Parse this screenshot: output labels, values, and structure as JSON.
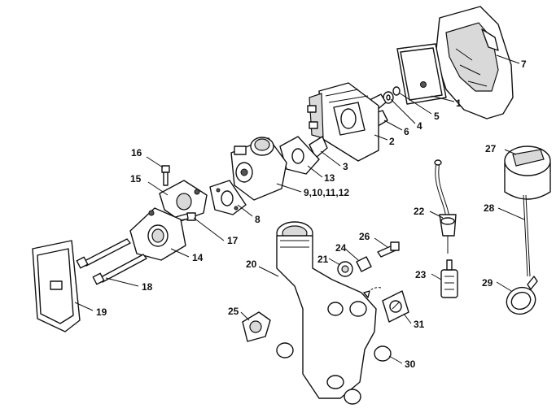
{
  "callouts": [
    {
      "id": "c1",
      "label": "1"
    },
    {
      "id": "c2",
      "label": "2"
    },
    {
      "id": "c3",
      "label": "3"
    },
    {
      "id": "c4",
      "label": "4"
    },
    {
      "id": "c5",
      "label": "5"
    },
    {
      "id": "c6",
      "label": "6"
    },
    {
      "id": "c7",
      "label": "7"
    },
    {
      "id": "c8",
      "label": "8"
    },
    {
      "id": "c9",
      "label": "9,10,11,12"
    },
    {
      "id": "c13",
      "label": "13"
    },
    {
      "id": "c14",
      "label": "14"
    },
    {
      "id": "c15",
      "label": "15"
    },
    {
      "id": "c16",
      "label": "16"
    },
    {
      "id": "c17",
      "label": "17"
    },
    {
      "id": "c18",
      "label": "18"
    },
    {
      "id": "c19",
      "label": "19"
    },
    {
      "id": "c20",
      "label": "20"
    },
    {
      "id": "c21",
      "label": "21"
    },
    {
      "id": "c22",
      "label": "22"
    },
    {
      "id": "c23",
      "label": "23"
    },
    {
      "id": "c24",
      "label": "24"
    },
    {
      "id": "c25",
      "label": "25"
    },
    {
      "id": "c26",
      "label": "26"
    },
    {
      "id": "c27",
      "label": "27"
    },
    {
      "id": "c28",
      "label": "28"
    },
    {
      "id": "c29",
      "label": "29"
    },
    {
      "id": "c30",
      "label": "30"
    },
    {
      "id": "c31",
      "label": "31"
    }
  ]
}
